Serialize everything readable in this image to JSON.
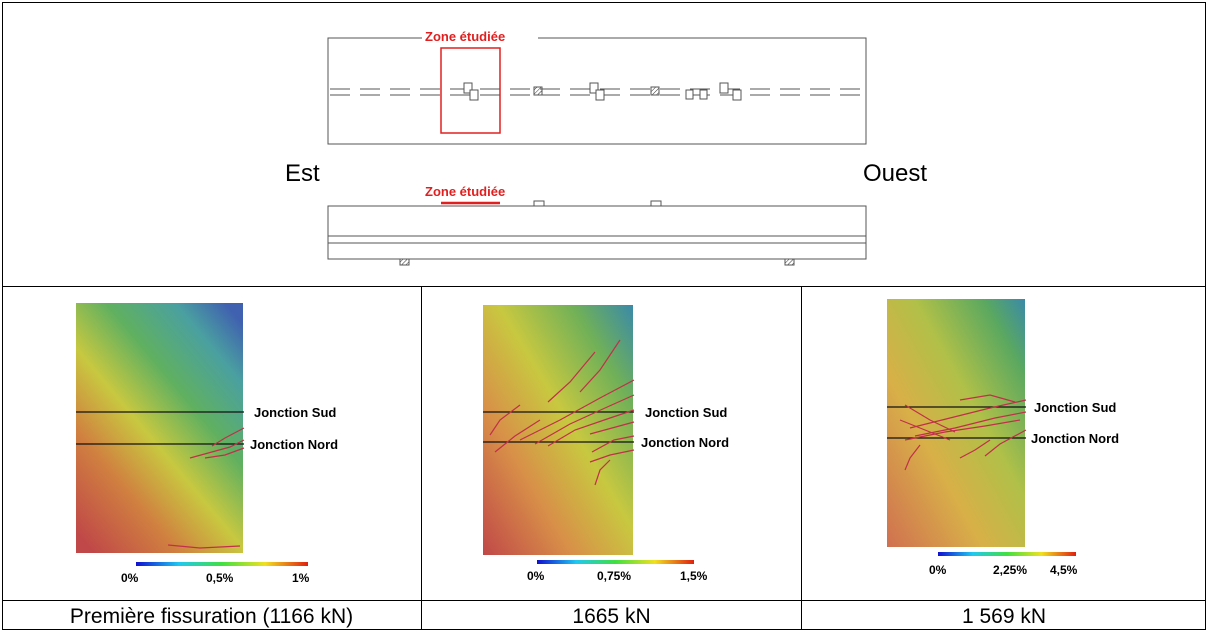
{
  "top": {
    "zone_label_plan": "Zone étudiée",
    "zone_label_elevation": "Zone étudiée",
    "east_label": "Est",
    "west_label": "Ouest"
  },
  "panels": [
    {
      "junction_south": "Jonction Sud",
      "junction_north": "Jonction Nord",
      "scale": [
        "0%",
        "0,5%",
        "1%"
      ],
      "caption": "Première fissuration (1166 kN)"
    },
    {
      "junction_south": "Jonction Sud",
      "junction_north": "Jonction Nord",
      "scale": [
        "0%",
        "0,75%",
        "1,5%"
      ],
      "caption": "1665 kN"
    },
    {
      "junction_south": "Jonction Sud",
      "junction_north": "Jonction Nord",
      "scale": [
        "0%",
        "2,25%",
        "4,5%"
      ],
      "caption": "1 569 kN"
    }
  ],
  "colors": {
    "zone_red": "#e02020",
    "strain_low": "#c04848",
    "strain_mid": "#c8c840",
    "strain_high": "#3a6aa8",
    "crack": "#c0304a"
  }
}
